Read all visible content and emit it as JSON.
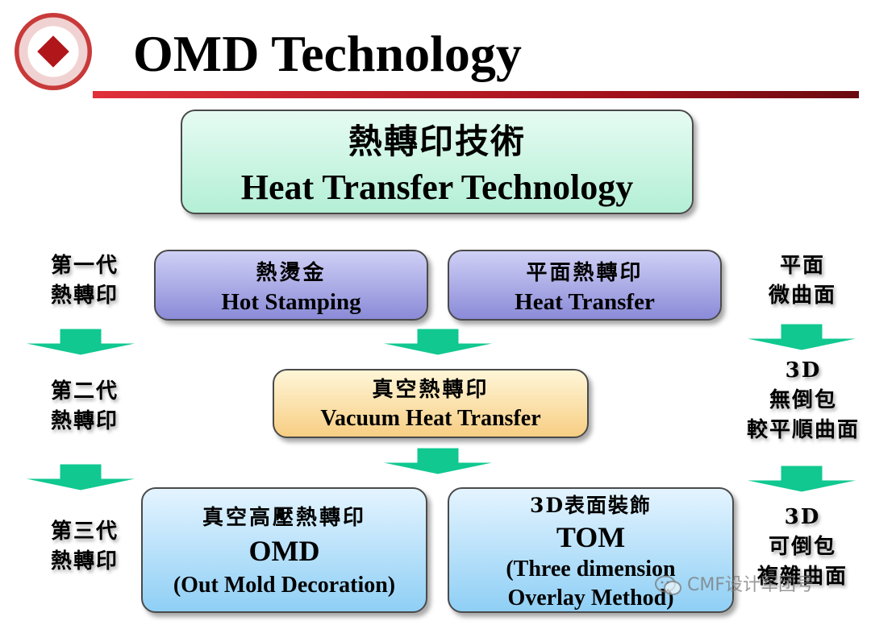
{
  "slide": {
    "title": "OMD Technology"
  },
  "top_box": {
    "zh": "熱轉印技術",
    "en": "Heat Transfer Technology"
  },
  "generations": {
    "gen1": "第一代\n熱轉印",
    "gen2": "第二代\n熱轉印",
    "gen3": "第三代\n熱轉印"
  },
  "right_labels": {
    "r1": "平面\n微曲面",
    "r2": "3D\n無倒包\n較平順曲面",
    "r3": "3D\n可倒包\n複雜曲面"
  },
  "boxes": {
    "hot_stamping": {
      "zh": "熱燙金",
      "en": "Hot Stamping"
    },
    "heat_transfer": {
      "zh": "平面熱轉印",
      "en": "Heat Transfer"
    },
    "vacuum": {
      "zh": "真空熱轉印",
      "en": "Vacuum Heat Transfer"
    },
    "omd": {
      "zh": "真空高壓熱轉印",
      "abbr": "OMD",
      "full": "(Out Mold Decoration)"
    },
    "tom": {
      "zh": "3D表面裝飾",
      "abbr": "TOM",
      "full_line1": "(Three dimension",
      "full_line2": "Overlay Method)"
    }
  },
  "colors": {
    "accent_red": "#c0141c",
    "arrow_green": "#10c890",
    "top_box": "#b3efd6",
    "purple_box": "#8a8ad8",
    "vacuum_box": "#f7ce83",
    "blue_box": "#8fcff5"
  },
  "watermark": {
    "icon": "wechat-icon",
    "text": "CMF设计军团号"
  }
}
